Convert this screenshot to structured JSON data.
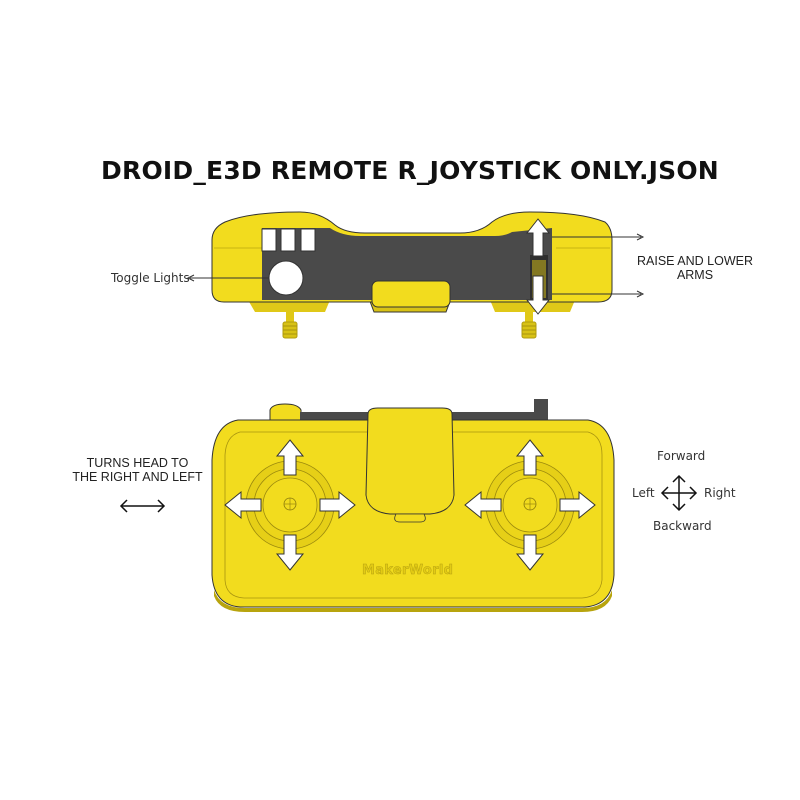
{
  "title": "DROID_E3D REMOTE R_JOYSTICK ONLY.JSON",
  "top_view": {
    "toggle_lights_label": "Toggle Lights",
    "raise_lower_arms_line1": "RAISE AND LOWER",
    "raise_lower_arms_line2": "ARMS"
  },
  "front_view": {
    "turns_head_line1": "TURNS HEAD TO",
    "turns_head_line2": "THE RIGHT AND LEFT",
    "watermark": "MakerWorld",
    "legend": {
      "forward": "Forward",
      "backward": "Backward",
      "left": "Left",
      "right": "Right"
    }
  },
  "colors": {
    "body_yellow": "#F2DC1E",
    "body_shadow": "#C9B412",
    "panel_dark": "#4A4A4A",
    "arrow_fill": "#FFFFFF",
    "text": "#222222"
  }
}
